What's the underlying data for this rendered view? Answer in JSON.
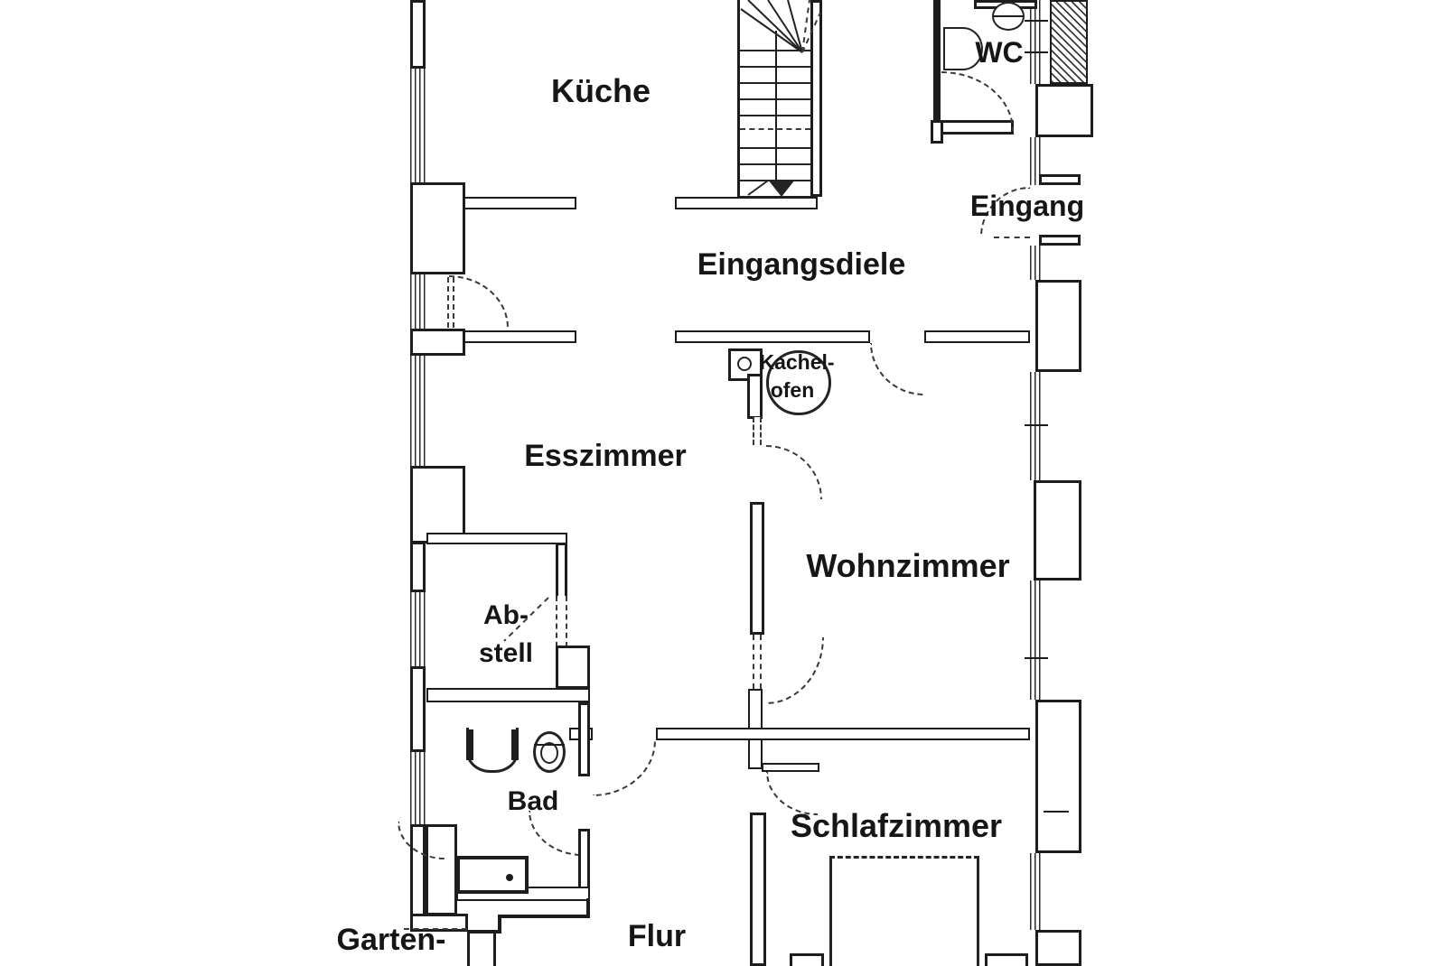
{
  "drawing": {
    "type": "floor-plan",
    "language": "de"
  },
  "colors": {
    "line": "#1d1d1d",
    "background": "#ffffff"
  },
  "rooms": {
    "kueche": {
      "label": "Küche"
    },
    "wc": {
      "label": "WC"
    },
    "eingang": {
      "label": "Eingang"
    },
    "eingangsdiele": {
      "label": "Eingangsdiele"
    },
    "kachelofen": {
      "label_line1": "Kachel-",
      "label_line2": "ofen"
    },
    "esszimmer": {
      "label": "Esszimmer"
    },
    "wohnzimmer": {
      "label": "Wohnzimmer"
    },
    "abstell": {
      "label_line1": "Ab-",
      "label_line2": "stell"
    },
    "bad": {
      "label": "Bad"
    },
    "schlafzimmer": {
      "label": "Schlafzimmer"
    },
    "flur": {
      "label": "Flur"
    },
    "garten": {
      "label": "Garten-"
    }
  }
}
